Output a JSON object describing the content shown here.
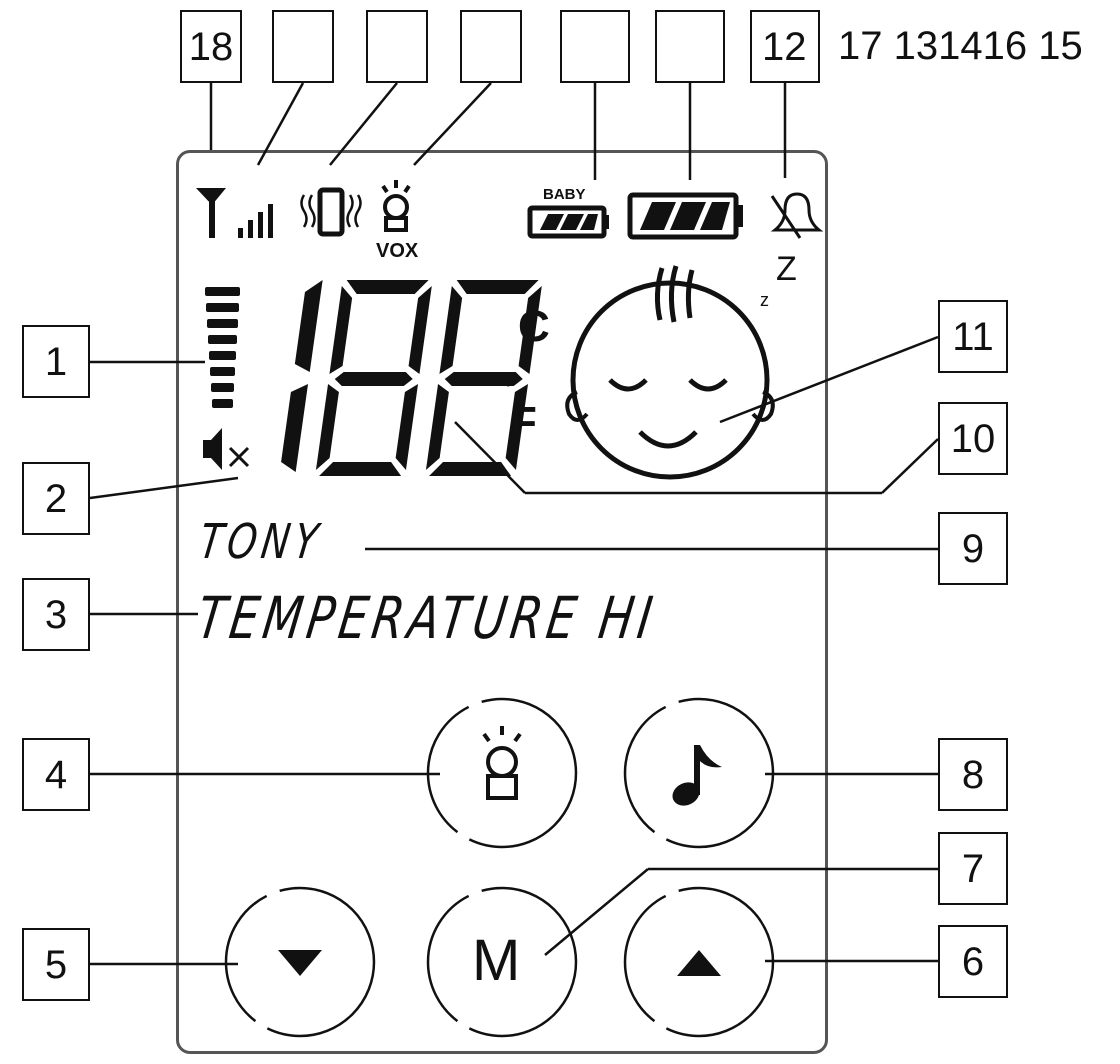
{
  "top_callouts": [
    {
      "id": "18",
      "label": "18"
    },
    {
      "id": "b2",
      "label": ""
    },
    {
      "id": "b3",
      "label": ""
    },
    {
      "id": "b4",
      "label": ""
    },
    {
      "id": "b5",
      "label": ""
    },
    {
      "id": "b6",
      "label": ""
    },
    {
      "id": "12",
      "label": "12"
    }
  ],
  "top_right_labels": "17 131416 15",
  "side_callouts": {
    "c1": "1",
    "c2": "2",
    "c3": "3",
    "c4": "4",
    "c5": "5",
    "c6": "6",
    "c7": "7",
    "c8": "8",
    "c9": "9",
    "c10": "10",
    "c11": "11"
  },
  "display": {
    "temperature_digits": "188",
    "unit_c": "C",
    "unit_f": "F",
    "name_text": "TONY",
    "message_text": "TEMPERATURE HI",
    "vox_label": "VOX",
    "baby_label": "BABY",
    "sleep_z_big": "Z",
    "sleep_z_small": "z"
  },
  "buttons": {
    "menu_label": "M"
  },
  "icons": {
    "antenna": "antenna-icon",
    "signal": "signal-bars-icon",
    "vibrate": "vibrate-icon",
    "vox": "vox-light-icon",
    "baby_battery": "baby-battery-icon",
    "battery": "battery-icon",
    "alarm_off": "alarm-off-icon",
    "mute": "mute-icon",
    "volume": "volume-level-icon",
    "baby_face": "sleeping-baby-face-icon",
    "night_light": "night-light-icon",
    "music_note": "music-note-icon",
    "down": "down-arrow-icon",
    "up": "up-arrow-icon"
  }
}
